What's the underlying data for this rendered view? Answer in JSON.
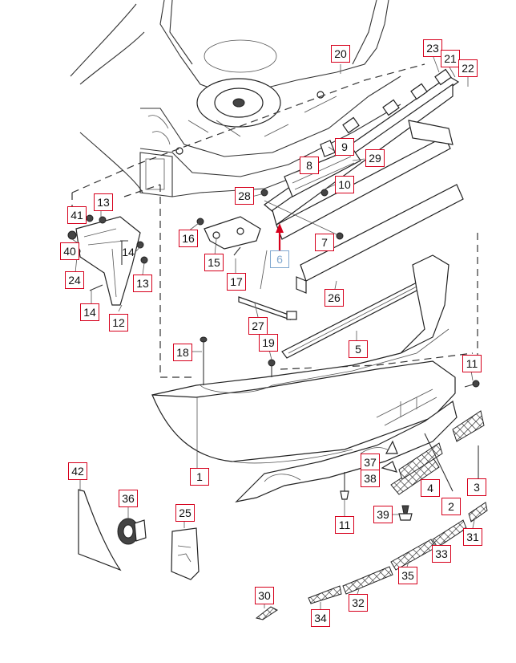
{
  "diagram": {
    "callouts": [
      {
        "id": "20",
        "label": "20"
      },
      {
        "id": "23",
        "label": "23"
      },
      {
        "id": "21",
        "label": "21"
      },
      {
        "id": "22",
        "label": "22"
      },
      {
        "id": "9",
        "label": "9"
      },
      {
        "id": "29",
        "label": "29"
      },
      {
        "id": "8",
        "label": "8"
      },
      {
        "id": "10",
        "label": "10"
      },
      {
        "id": "28",
        "label": "28"
      },
      {
        "id": "7",
        "label": "7"
      },
      {
        "id": "6",
        "label": "6"
      },
      {
        "id": "26",
        "label": "26"
      },
      {
        "id": "13a",
        "label": "13"
      },
      {
        "id": "41",
        "label": "41"
      },
      {
        "id": "40",
        "label": "40"
      },
      {
        "id": "14a",
        "label": "14"
      },
      {
        "id": "24",
        "label": "24"
      },
      {
        "id": "13b",
        "label": "13"
      },
      {
        "id": "14b",
        "label": "14"
      },
      {
        "id": "12",
        "label": "12"
      },
      {
        "id": "16",
        "label": "16"
      },
      {
        "id": "15",
        "label": "15"
      },
      {
        "id": "17",
        "label": "17"
      },
      {
        "id": "27",
        "label": "27"
      },
      {
        "id": "5",
        "label": "5"
      },
      {
        "id": "18",
        "label": "18"
      },
      {
        "id": "19",
        "label": "19"
      },
      {
        "id": "11a",
        "label": "11"
      },
      {
        "id": "1",
        "label": "1"
      },
      {
        "id": "42",
        "label": "42"
      },
      {
        "id": "36",
        "label": "36"
      },
      {
        "id": "25",
        "label": "25"
      },
      {
        "id": "37",
        "label": "37"
      },
      {
        "id": "38",
        "label": "38"
      },
      {
        "id": "4",
        "label": "4"
      },
      {
        "id": "3",
        "label": "3"
      },
      {
        "id": "2",
        "label": "2"
      },
      {
        "id": "11b",
        "label": "11"
      },
      {
        "id": "39",
        "label": "39"
      },
      {
        "id": "31",
        "label": "31"
      },
      {
        "id": "33",
        "label": "33"
      },
      {
        "id": "35",
        "label": "35"
      },
      {
        "id": "32",
        "label": "32"
      },
      {
        "id": "30",
        "label": "30"
      },
      {
        "id": "34",
        "label": "34"
      }
    ],
    "colors": {
      "callout_border": "#d6001c",
      "callout_highlight": "#7fa7cf",
      "arrow": "#d6001c",
      "line": "#333333"
    }
  }
}
